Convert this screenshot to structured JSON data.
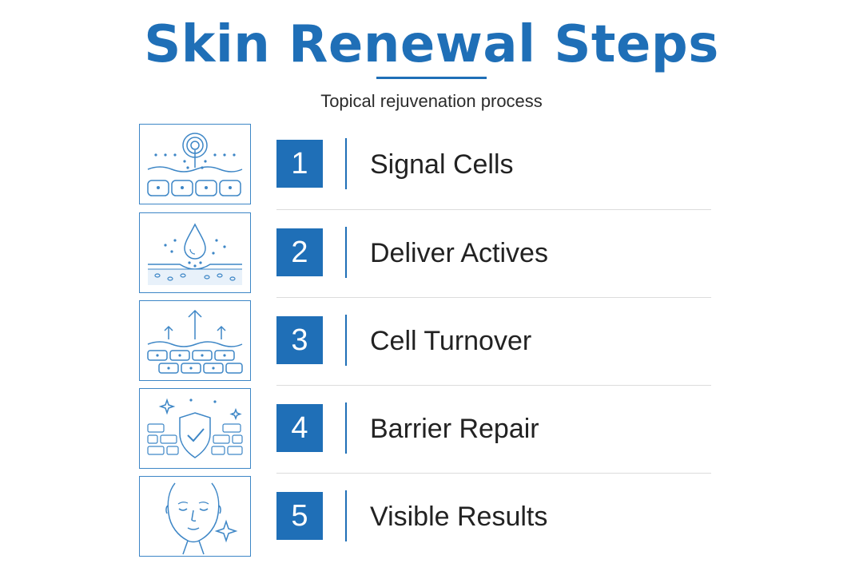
{
  "header": {
    "title": "Skin Renewal Steps",
    "subtitle": "Topical rejuvenation process"
  },
  "colors": {
    "accent": "#1f6fb7",
    "icon_stroke": "#3d86c6",
    "text": "#222222",
    "separator": "#dcdcdc"
  },
  "steps": [
    {
      "number": "1",
      "label": "Signal Cells",
      "icon": "cell-signal-icon"
    },
    {
      "number": "2",
      "label": "Deliver Actives",
      "icon": "droplet-absorption-icon"
    },
    {
      "number": "3",
      "label": "Cell Turnover",
      "icon": "upward-arrows-icon"
    },
    {
      "number": "4",
      "label": "Barrier Repair",
      "icon": "shield-check-icon"
    },
    {
      "number": "5",
      "label": "Visible Results",
      "icon": "face-sparkle-icon"
    }
  ]
}
